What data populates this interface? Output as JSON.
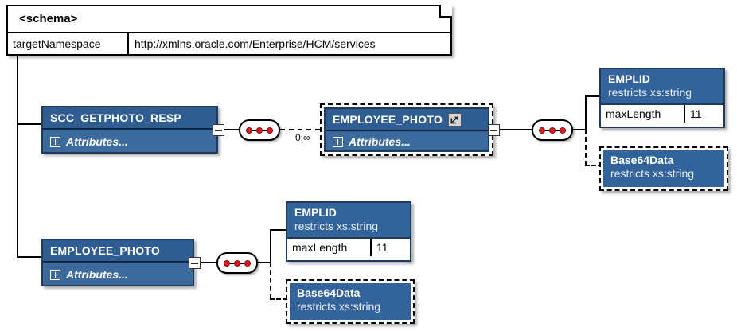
{
  "diagram": {
    "type": "xml-schema-tree",
    "schema": {
      "title": "<schema>",
      "attribute_name": "targetNamespace",
      "attribute_value": "http://xmlns.oracle.com/Enterprise/HCM/services"
    },
    "nodes": {
      "scc_getphoto_resp": {
        "name": "SCC_GETPHOTO_RESP",
        "attributes_label": "Attributes...",
        "expand_icon": "plus-icon",
        "collapse_icon": "minus-icon",
        "optional": false
      },
      "employee_photo_ref": {
        "name": "EMPLOYEE_PHOTO",
        "attributes_label": "Attributes...",
        "expand_icon": "plus-icon",
        "collapse_icon": "minus-icon",
        "link_icon": "external-link-icon",
        "optional": true,
        "cardinality": "0:∞"
      },
      "emplid_top": {
        "name": "EMPLID",
        "restricts": "restricts xs:string",
        "facet_name": "maxLength",
        "facet_value": "11",
        "optional": false
      },
      "base64data_top": {
        "name": "Base64Data",
        "restricts": "restricts xs:string",
        "optional": true
      },
      "employee_photo_global": {
        "name": "EMPLOYEE_PHOTO",
        "attributes_label": "Attributes...",
        "expand_icon": "plus-icon",
        "collapse_icon": "minus-icon",
        "optional": false
      },
      "emplid_bottom": {
        "name": "EMPLID",
        "restricts": "restricts xs:string",
        "facet_name": "maxLength",
        "facet_value": "11",
        "optional": false
      },
      "base64data_bottom": {
        "name": "Base64Data",
        "restricts": "restricts xs:string",
        "optional": true
      }
    },
    "compositors": {
      "sequence_icon": "sequence-icon",
      "dot_color": "#e01b1b"
    },
    "colors": {
      "node_header": "#2f5d92",
      "node_body": "#3d6a9c",
      "node_border": "#1d3a5f",
      "line": "#000000",
      "background": "#ffffff"
    }
  }
}
